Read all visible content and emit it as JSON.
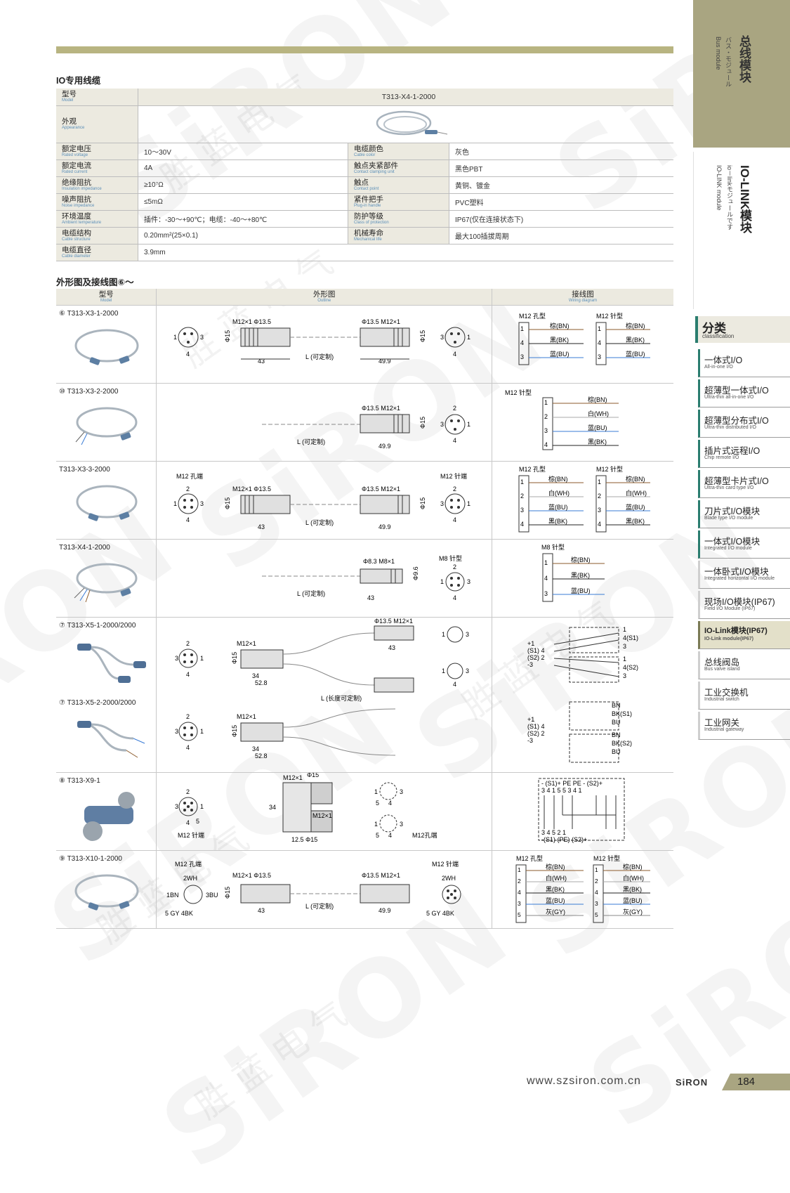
{
  "section1_title": "IO专用线缆",
  "spec": {
    "model_label": "型号",
    "model_label_en": "Model",
    "model_value": "T313-X4-1-2000",
    "appearance_label": "外观",
    "appearance_label_en": "Appearance",
    "rows": [
      {
        "l1": "额定电压",
        "l1e": "Rated voltage",
        "v1": "10～30V",
        "l2": "电缆颜色",
        "l2e": "Cable color",
        "v2": "灰色"
      },
      {
        "l1": "额定电流",
        "l1e": "Rated current",
        "v1": "4A",
        "l2": "触点夹紧部件",
        "l2e": "Contact clamping unit",
        "v2": "黑色PBT"
      },
      {
        "l1": "绝缘阻抗",
        "l1e": "Insulation impedance",
        "v1": "≥10⁷Ω",
        "l2": "触点",
        "l2e": "Contact point",
        "v2": "黄铜、镀金"
      },
      {
        "l1": "噪声阻抗",
        "l1e": "Noise impedance",
        "v1": "≤5mΩ",
        "l2": "紧件把手",
        "l2e": "Plug-in handle",
        "v2": "PVC塑料"
      },
      {
        "l1": "环境温度",
        "l1e": "Ambient temperature",
        "v1": "插件：-30～+90℃；电缆：-40～+80℃",
        "l2": "防护等级",
        "l2e": "Class of protection",
        "v2": "IP67(仅在连接状态下)"
      },
      {
        "l1": "电缆结构",
        "l1e": "Cable structure",
        "v1": "0.20mm²(25×0.1)",
        "l2": "机械寿命",
        "l2e": "Mechanical life",
        "v2": "最大100插拔周期"
      },
      {
        "l1": "电缆直径",
        "l1e": "Cable diameter",
        "v1": "3.9mm",
        "l2": "",
        "l2e": "",
        "v2": ""
      }
    ]
  },
  "section2_title": "外形图及接线图⑥～",
  "diagram_headers": {
    "model": "型号",
    "model_en": "Model",
    "outline": "外形图",
    "outline_en": "Outline",
    "wiring": "接线图",
    "wiring_en": "Wiring diagram"
  },
  "rows": [
    {
      "label": "⑥ T313-X3-1-2000"
    },
    {
      "label": "⑩ T313-X3-2-2000"
    },
    {
      "label": "T313-X3-3-2000"
    },
    {
      "label": "T313-X4-1-2000"
    },
    {
      "label": "⑦ T313-X5-1-2000/2000"
    },
    {
      "label": "⑦ T313-X5-2-2000/2000"
    },
    {
      "label": "⑧ T313-X9-1"
    },
    {
      "label": "⑨ T313-X10-1-2000"
    }
  ],
  "sidebar": {
    "top_title": "总线模块",
    "top_sub1": "バス・モジュール",
    "top_sub2": "Bus module",
    "mid_title": "IO-LINK模块",
    "mid_sub1": "io－linkモジュールです",
    "mid_sub2": "IO-LINK module",
    "class_title": "分类",
    "class_en": "classification",
    "items": [
      {
        "cn": "一体式I/O",
        "en": "All-in-one I/O"
      },
      {
        "cn": "超薄型一体式I/O",
        "en": "Ultra-thin all-in-one I/O"
      },
      {
        "cn": "超薄型分布式I/O",
        "en": "Ultra-thin distributed I/O"
      },
      {
        "cn": "插片式远程I/O",
        "en": "Chip remote I/O"
      },
      {
        "cn": "超薄型卡片式I/O",
        "en": "Ultra-thin card type I/O"
      },
      {
        "cn": "刀片式I/O模块",
        "en": "Blade type I/O module"
      },
      {
        "cn": "一体式I/O模块",
        "en": "Integrated I/O module"
      },
      {
        "cn": "一体卧式I/O模块",
        "en": "Integrated horizontal I/O module"
      },
      {
        "cn": "现场I/O模块(IP67)",
        "en": "Field I/O Module (IP67)"
      },
      {
        "cn": "IO-Link模块(IP67)",
        "en": "IO-Link module(IP67)"
      },
      {
        "cn": "总线阀岛",
        "en": "Bus valve island"
      },
      {
        "cn": "工业交换机",
        "en": "Industrial switch"
      },
      {
        "cn": "工业网关",
        "en": "Industrial gateway"
      }
    ]
  },
  "footer": {
    "url": "www.szsiron.com.cn",
    "brand": "SiRON",
    "page": "184"
  },
  "watermark": {
    "brand": "SiRON",
    "cjk": "胜 蓝 电 气"
  }
}
